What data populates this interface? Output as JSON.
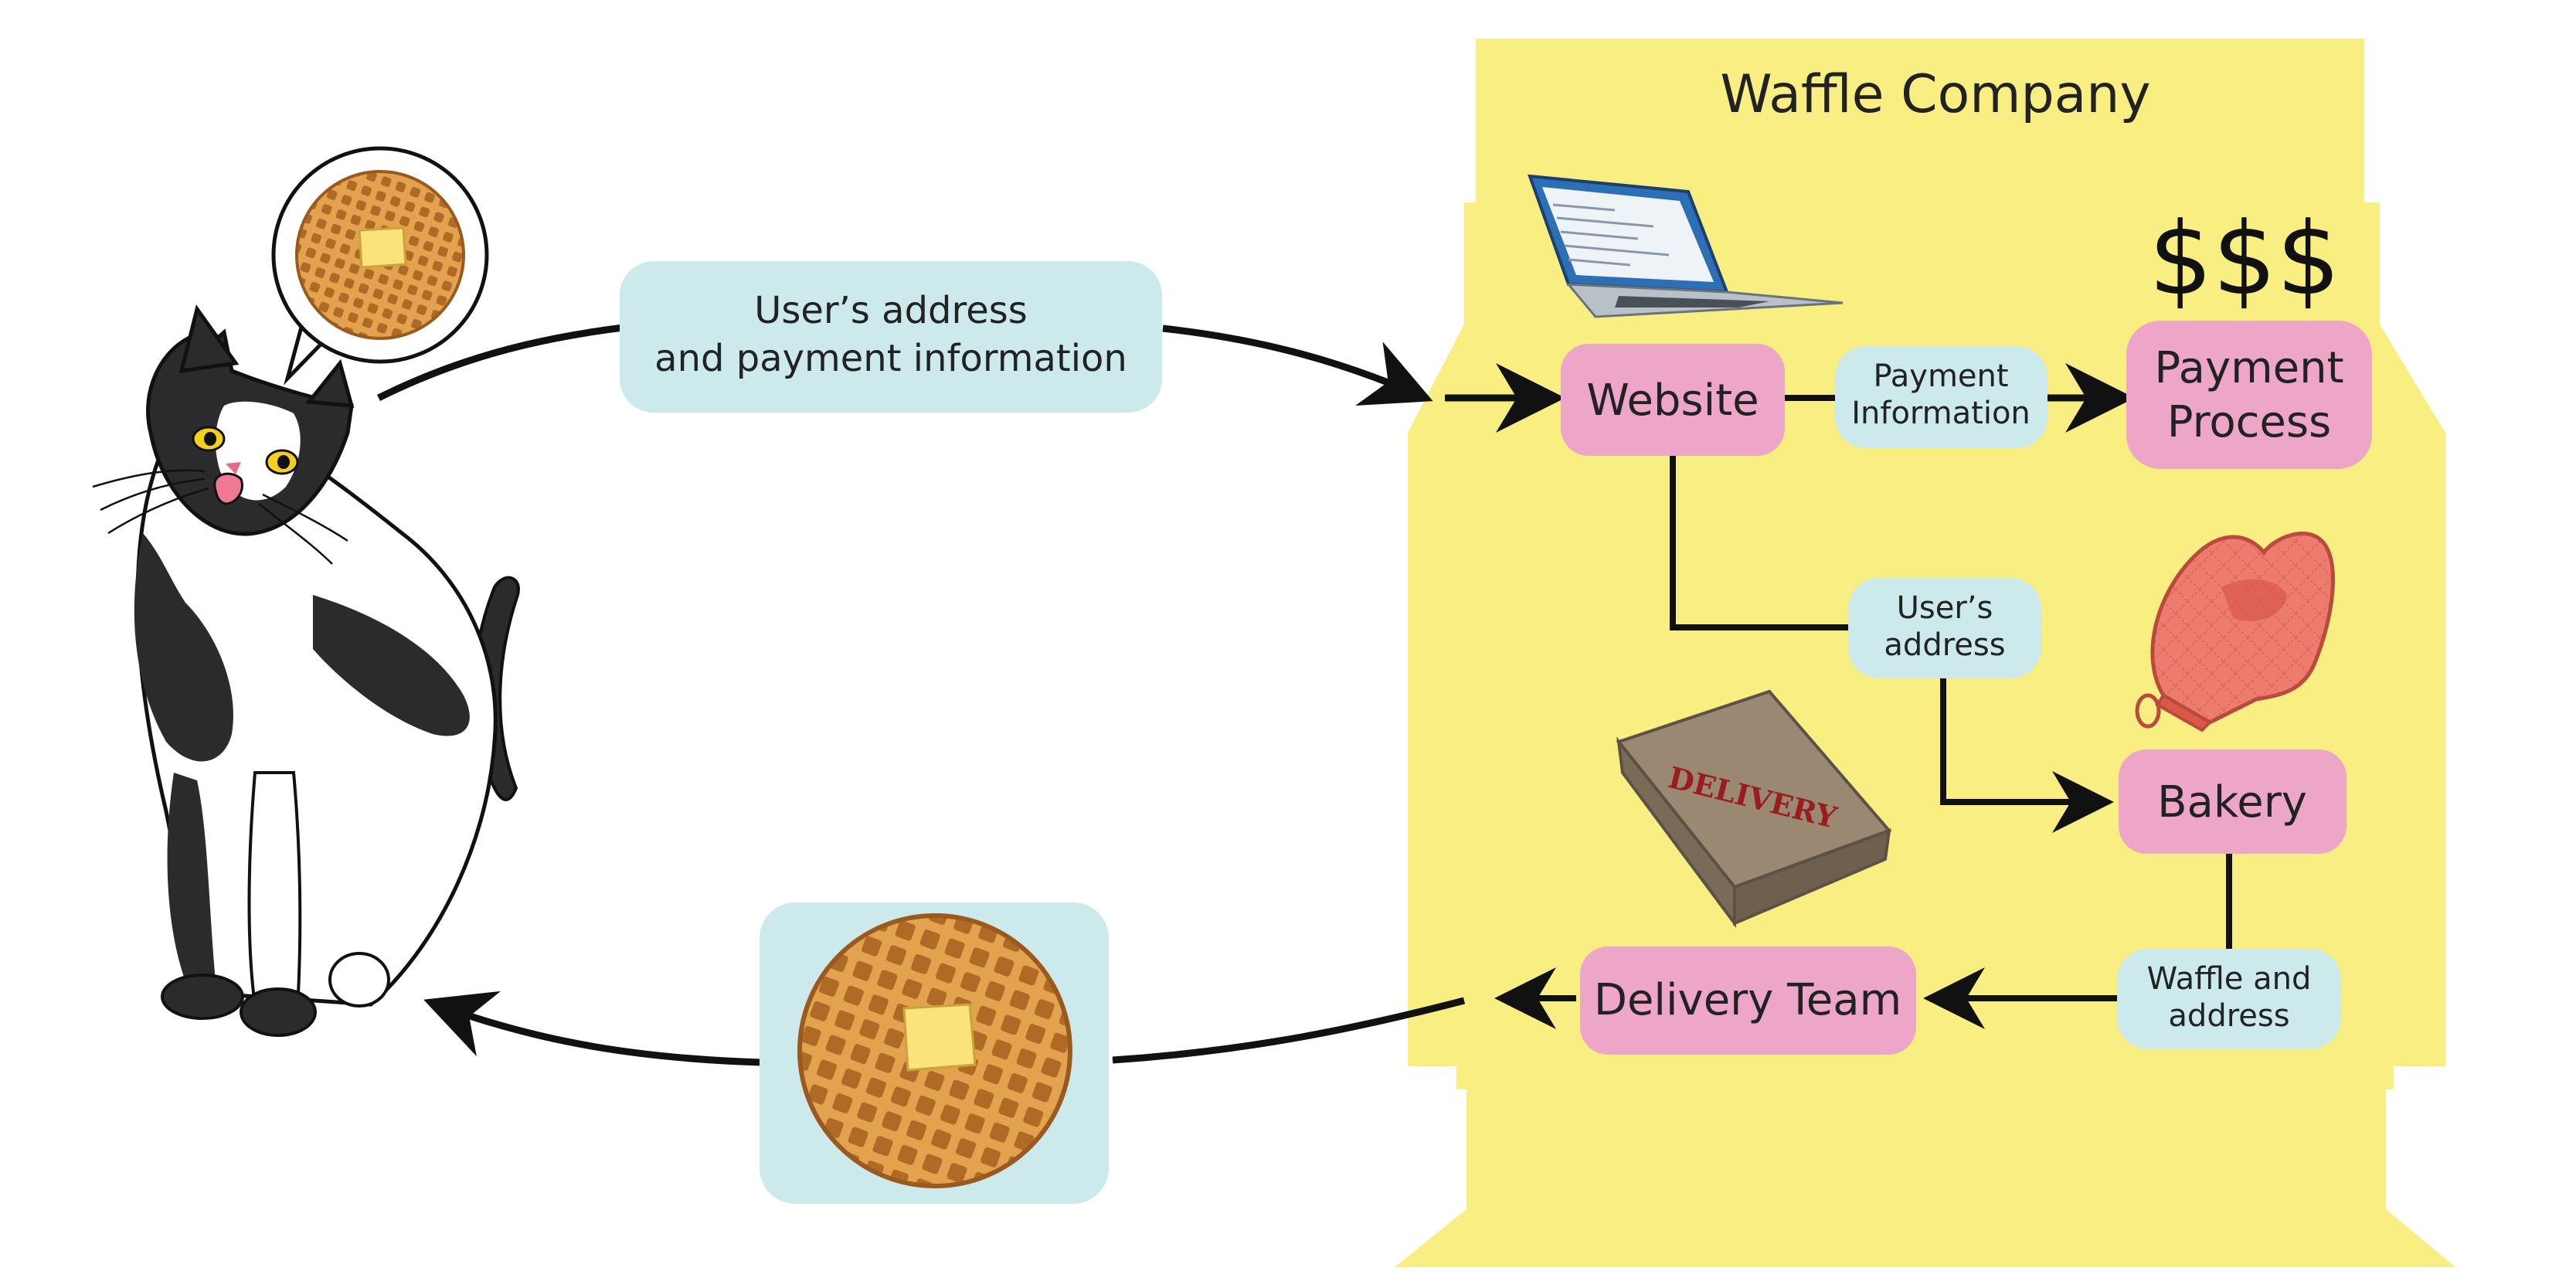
{
  "title": "Waffle Company",
  "money_symbol": "$$$",
  "nodes": {
    "website": "Website",
    "payment_process": [
      "Payment",
      "Process"
    ],
    "bakery": "Bakery",
    "delivery_team": "Delivery Team"
  },
  "labels": {
    "user_info": [
      "User’s address",
      "and payment information"
    ],
    "payment_info": [
      "Payment",
      "Information"
    ],
    "user_address": [
      "User’s",
      "address"
    ],
    "waffle_address": [
      "Waffle and",
      "address"
    ]
  },
  "delivery_stamp": "DELIVERY",
  "colors": {
    "company_background": "#f8ee82",
    "process_node": "#eda5c8",
    "data_label": "#cce9ec",
    "arrow": "#111111",
    "waffle": "#e3a24d",
    "butter": "#fbe27a",
    "box": "#9b8873",
    "stamp": "#9b1c1c",
    "mitt": "#ee7c6e",
    "laptop": "#2d6fb5"
  },
  "illustrations": [
    "cat",
    "thought-bubble-waffle",
    "laptop",
    "oven-mitt",
    "delivery-box",
    "waffle"
  ]
}
